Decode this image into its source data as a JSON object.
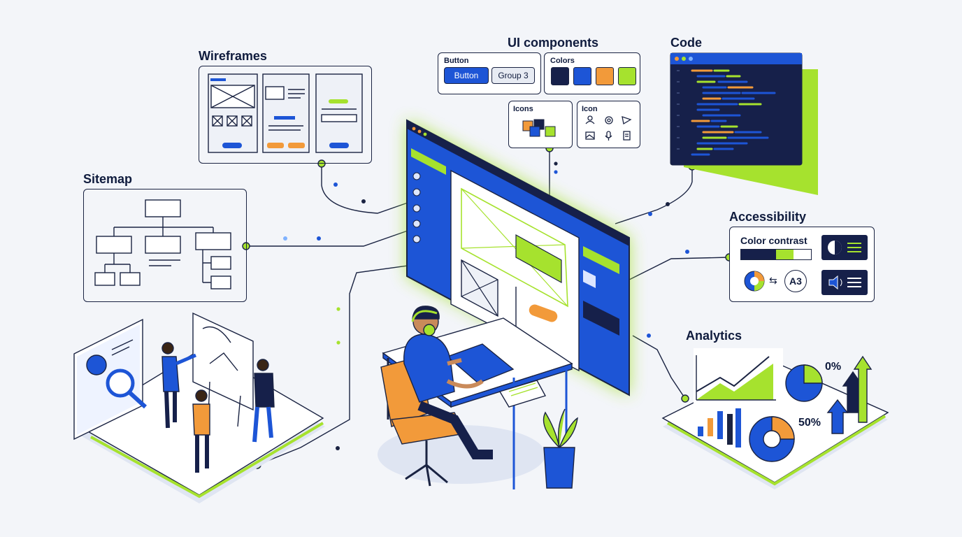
{
  "labels": {
    "wireframes": "Wireframes",
    "ui_components": "UI components",
    "code": "Code",
    "sitemap": "Sitemap",
    "accessibility": "Accessibility",
    "analytics": "Analytics"
  },
  "ui_components": {
    "button_panel_title": "Button",
    "primary_button": "Button",
    "secondary_button": "Group 3",
    "colors_panel_title": "Colors",
    "icons_panel_title": "Icons",
    "icon_panel_title": "Icon",
    "swatches": [
      "#16204a",
      "#1d55d6",
      "#f29a3a",
      "#a6e22e"
    ]
  },
  "accessibility": {
    "color_contrast": "Color contrast",
    "text_size_badge": "A3"
  },
  "analytics": {
    "pie_label": "0%",
    "donut_label": "50%"
  },
  "colors": {
    "navy": "#16204a",
    "blue": "#1d55d6",
    "lime": "#a6e22e",
    "orange": "#f29a3a",
    "background": "#f3f5f9"
  }
}
